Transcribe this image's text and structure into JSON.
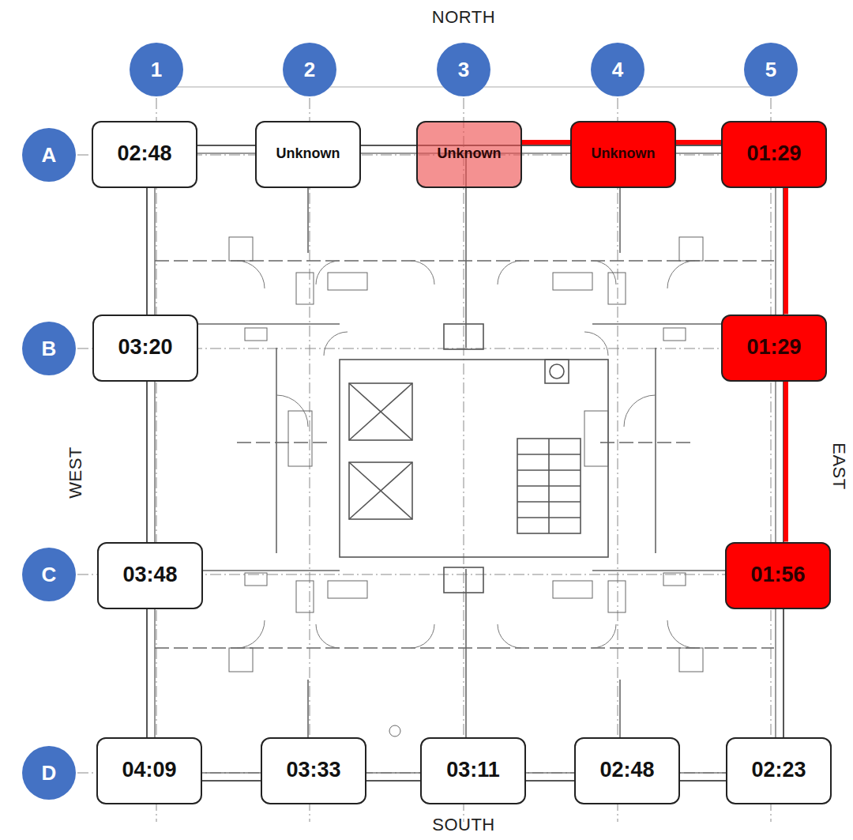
{
  "diagram": {
    "nodes": [
      {
        "text": [
          "1"
        ]
      },
      {
        "text": [
          "2"
        ]
      },
      {
        "text": [
          "3"
        ]
      },
      {
        "text": [
          "4"
        ]
      },
      {
        "text": [
          "5"
        ]
      },
      {
        "text": [
          "A"
        ]
      },
      {
        "text": [
          "02:48"
        ]
      },
      {
        "text": [
          "Unknown"
        ]
      },
      {
        "text": [
          "Unknown"
        ]
      },
      {
        "text": [
          "Unknown"
        ]
      },
      {
        "text": [
          "01:29"
        ]
      },
      {
        "text": [
          "B"
        ]
      },
      {
        "text": [
          "03:20"
        ]
      },
      {
        "text": [
          "01:29"
        ]
      },
      {
        "text": [
          "C"
        ]
      },
      {
        "text": [
          "03:48"
        ]
      },
      {
        "text": [
          "01:56"
        ]
      },
      {
        "text": [
          "D"
        ]
      },
      {
        "text": [
          "04:09"
        ]
      },
      {
        "text": [
          "03:33"
        ]
      },
      {
        "text": [
          "03:11"
        ]
      },
      {
        "text": [
          "02:48"
        ]
      },
      {
        "text": [
          "02:23"
        ]
      }
    ],
    "edges": [
      {
        "from": 8,
        "to": 9,
        "arrow": "none"
      },
      {
        "from": 9,
        "to": 10,
        "arrow": "none"
      },
      {
        "from": 10,
        "to": 13,
        "arrow": "none"
      },
      {
        "from": 13,
        "to": 16,
        "arrow": "none"
      }
    ],
    "labels": [
      "NORTH",
      "SOUTH",
      "WEST",
      "EAST"
    ]
  }
}
